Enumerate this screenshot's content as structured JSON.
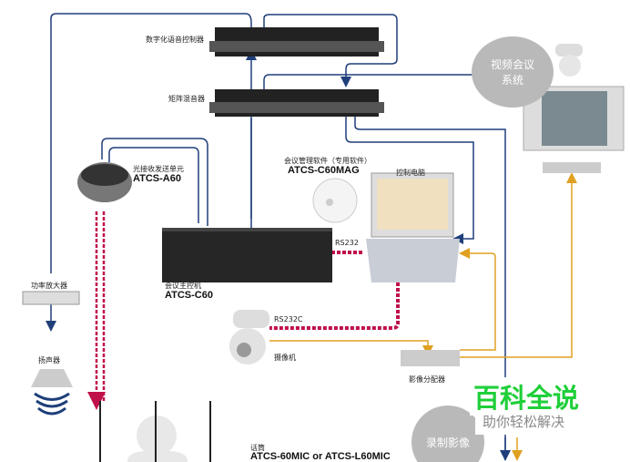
{
  "labels": {
    "voice_controller": "数字化语音控制器",
    "matrix_mixer": "矩阵混音器",
    "optical_unit": "光接收发送单元",
    "optical_unit_model": "ATCS-A60",
    "software": "会议管理软件（专用软件）",
    "software_model": "ATCS-C60MAG",
    "control_pc": "控制电脑",
    "rs232": "RS232",
    "main_unit": "会议主控机",
    "main_unit_model": "ATCS-C60",
    "rs232c": "RS232C",
    "camera": "摄像机",
    "video_distributor": "影像分配器",
    "amplifier": "功率放大器",
    "speaker": "扬声器",
    "microphone": "话筒",
    "microphone_model": "ATCS-60MIC or ATCS-L60MIC",
    "video_conference": "视频会议\n系统",
    "recording": "录制影像"
  },
  "watermark": {
    "title": "百科全说",
    "subtitle": "助你轻松解决"
  },
  "colors": {
    "audio": "#1f3f7a",
    "control": "#c0104a",
    "video": "#e0a020",
    "watermark": "#1fcf3a"
  }
}
